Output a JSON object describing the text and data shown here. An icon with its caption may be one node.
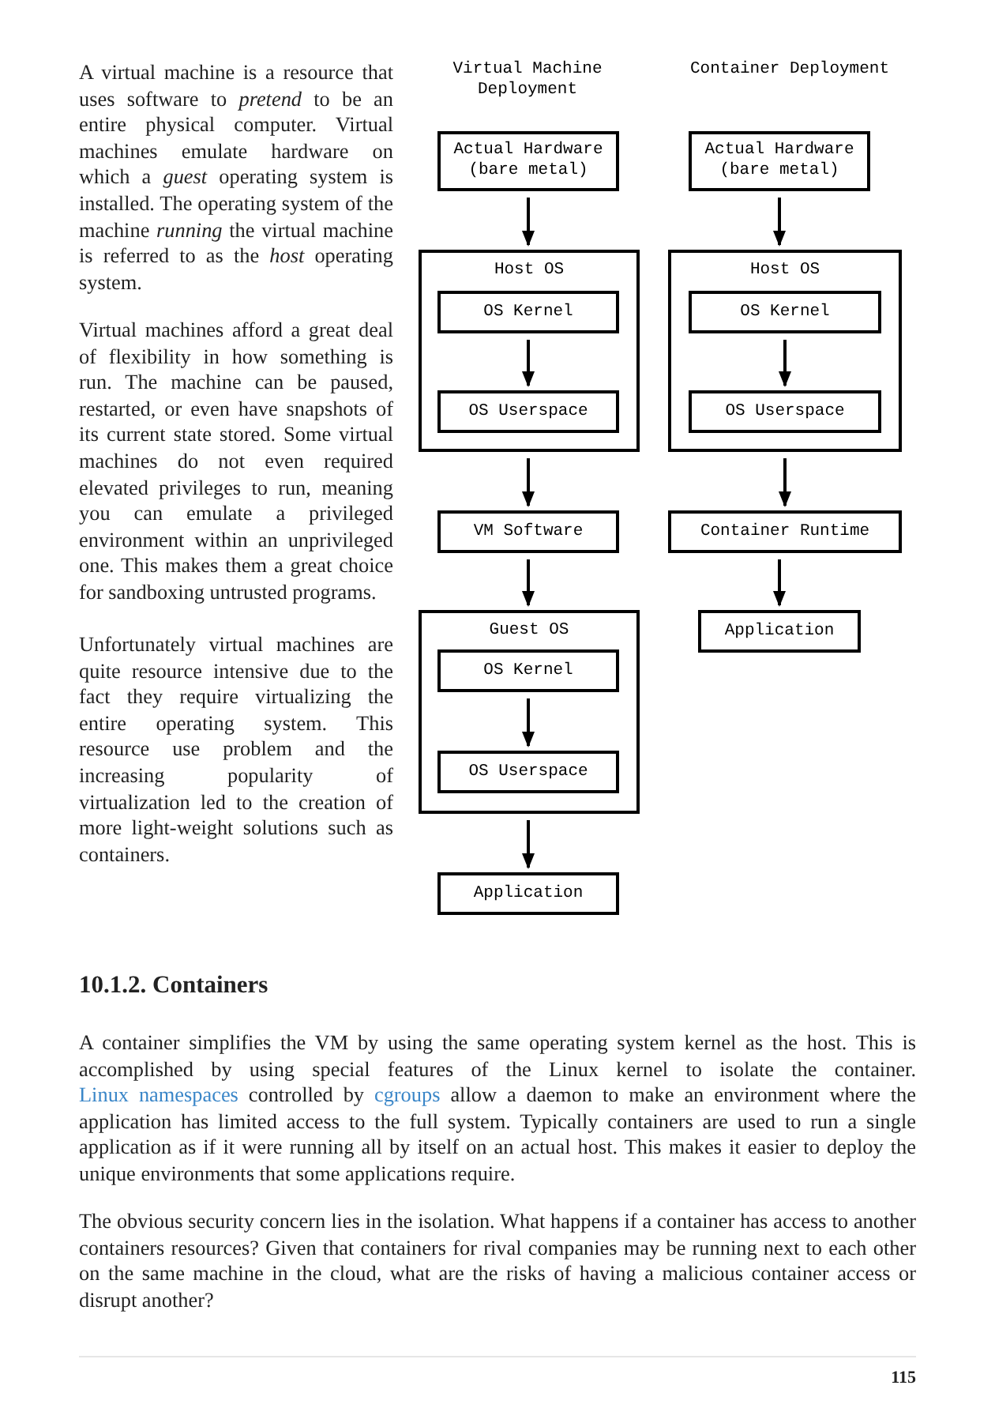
{
  "diagram": {
    "nodes": [
      {
        "text": [
          "Actual Hardware (bare metal)"
        ]
      },
      {
        "text": [
          "Host OS"
        ]
      },
      {
        "text": [
          "OS Kernel"
        ],
        "in": 1
      },
      {
        "text": [
          "OS Userspace"
        ],
        "in": 1
      },
      {
        "text": [
          "VM Software"
        ]
      },
      {
        "text": [
          "Guest OS"
        ]
      },
      {
        "text": [
          "OS Kernel"
        ],
        "in": 5
      },
      {
        "text": [
          "OS Userspace"
        ],
        "in": 5
      },
      {
        "text": [
          "Application"
        ]
      },
      {
        "text": [
          "Actual Hardware (bare metal)"
        ]
      },
      {
        "text": [
          "Host OS"
        ]
      },
      {
        "text": [
          "OS Kernel"
        ],
        "in": 10
      },
      {
        "text": [
          "OS Userspace"
        ],
        "in": 10
      },
      {
        "text": [
          "Container Runtime"
        ]
      },
      {
        "text": [
          "Application"
        ]
      }
    ],
    "edges": [
      {
        "from": 0,
        "to": 1,
        "arrow": "to"
      },
      {
        "from": 2,
        "to": 3,
        "arrow": "to"
      },
      {
        "from": 1,
        "to": 4,
        "arrow": "to"
      },
      {
        "from": 4,
        "to": 5,
        "arrow": "to"
      },
      {
        "from": 6,
        "to": 7,
        "arrow": "to"
      },
      {
        "from": 5,
        "to": 8,
        "arrow": "to"
      },
      {
        "from": 9,
        "to": 10,
        "arrow": "to"
      },
      {
        "from": 11,
        "to": 12,
        "arrow": "to"
      },
      {
        "from": 10,
        "to": 13,
        "arrow": "to"
      },
      {
        "from": 13,
        "to": 14,
        "arrow": "to"
      }
    ],
    "labels": [
      "A virtual machine is a resource that uses software to *pretend* to be an entire physical computer. Virtual machines emulate hardware on which a *guest* operating system is installed. The operating system of the machine *running* the virtual machine is referred to as the *host* operating system.",
      "Virtual Machine Deployment",
      "Container Deployment",
      "Virtual machines afford a great deal of flexibility in how something is run. The machine can be paused, restarted, or even have snapshots of its current state stored. Some virtual machines do not even required elevated privileges to run, meaning you can emulate a privileged environment within an unprivileged one. This makes them a great choice for sandboxing untrusted programs.",
      "Unfortunately virtual machines are quite resource intensive due to the fact they require virtualizing the entire operating system. This resource use problem and the increasing popularity of virtualization led to the creation of more light-weight solutions such as containers.",
      "10.1.2. Containers",
      "A container simplifies the VM by using the same operating system kernel as the host. This is accomplished by using special features of the Linux kernel to isolate the container.",
      "Linux namespaces",
      "controlled by",
      "cgroups",
      "allow a daemon to make an environment where the application has limited access to the full system. Typically containers are used to run a single application as if it were running all by itself on an actual host. This makes it easier to deploy the unique environments that some applications require.",
      "The obvious security concern lies in the isolation. What happens if a container has access to another containers resources? Given that containers for rival companies may be running next to each other on the same machine in the cloud, what are the risks of having a malicious container access or disrupt another?",
      "115"
    ]
  }
}
